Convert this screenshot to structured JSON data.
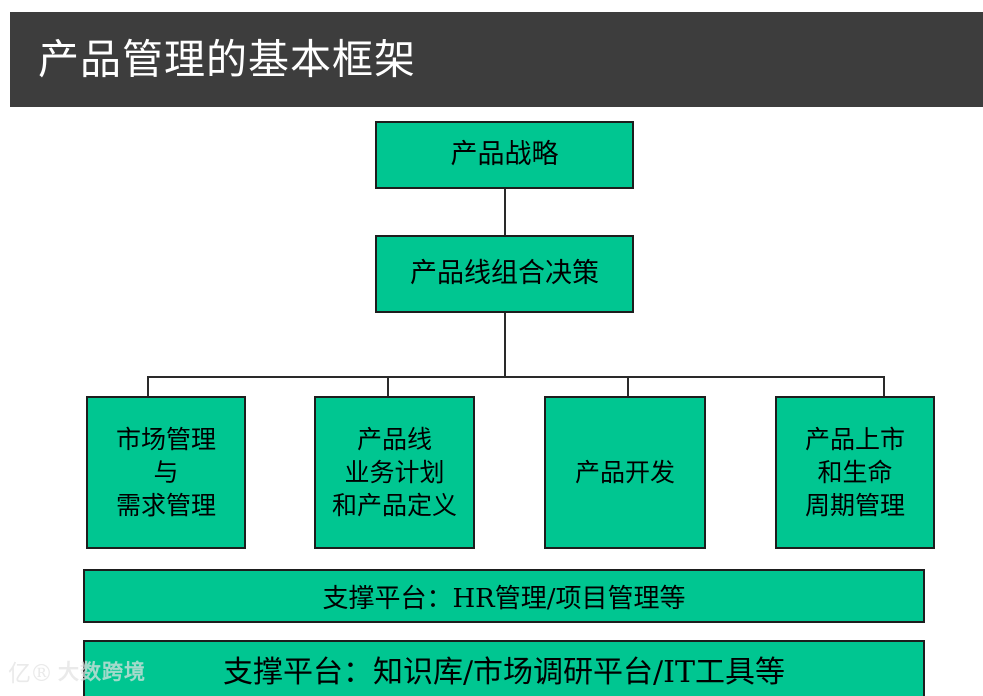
{
  "slide": {
    "title": "产品管理的基本框架",
    "background_color": "#ffffff",
    "title_bar_color": "#3d3d3d",
    "title_text_color": "#ffffff",
    "node_fill_color": "#00c691",
    "node_border_color": "#1d1d1d",
    "connector_color": "#2a2a2a"
  },
  "diagram": {
    "level1": {
      "label": "产品战略"
    },
    "level2": {
      "label": "产品线组合决策"
    },
    "level3": [
      {
        "label": "市场管理\n与\n需求管理"
      },
      {
        "label": "产品线\n业务计划\n和产品定义"
      },
      {
        "label": "产品开发"
      },
      {
        "label": "产品上市\n和生命\n周期管理"
      }
    ],
    "support_bars": [
      {
        "label": "支撑平台：HR管理/项目管理等"
      },
      {
        "label": "支撑平台：知识库/市场调研平台/IT工具等"
      }
    ]
  },
  "watermark": {
    "mark": "亿®",
    "text": "大数跨境"
  }
}
